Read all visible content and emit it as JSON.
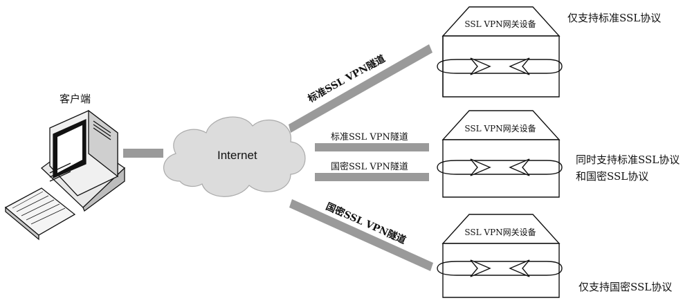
{
  "client": {
    "label": "客户端"
  },
  "cloud": {
    "label": "Internet"
  },
  "tunnels": {
    "top": "标准SSL VPN隧道",
    "mid_standard": "标准SSL VPN隧道",
    "mid_national": "国密SSL VPN隧道",
    "bottom": "国密SSL VPN隧道"
  },
  "devices": [
    {
      "label": "SSL VPN网关设备",
      "note": "仅支持标准SSL协议"
    },
    {
      "label": "SSL VPN网关设备",
      "note_line1": "同时支持标准SSL协议",
      "note_line2": "和国密SSL协议"
    },
    {
      "label": "SSL VPN网关设备",
      "note": "仅支持国密SSL协议"
    }
  ],
  "colors": {
    "tunnel": "#9a9a9a",
    "cloud": "#dcdcdc",
    "device_face": "#ffffff",
    "outline": "#111111"
  }
}
